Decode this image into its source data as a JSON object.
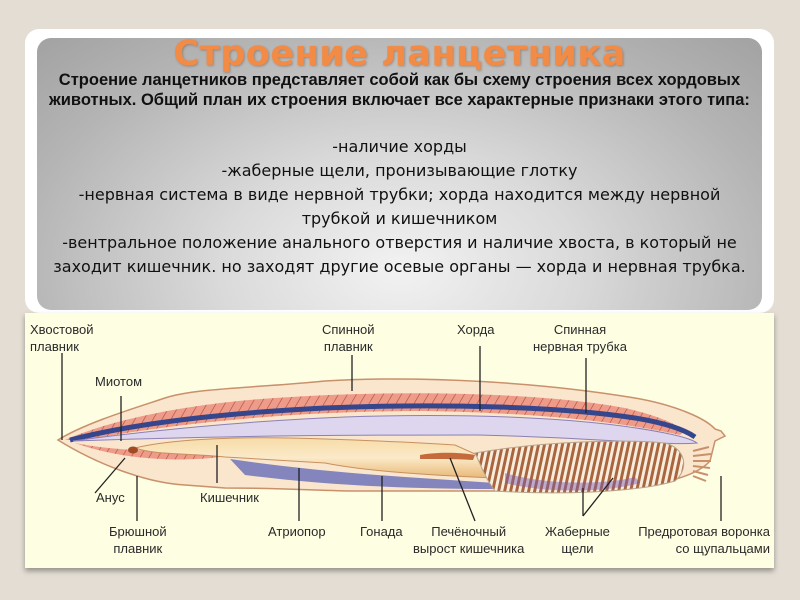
{
  "slide": {
    "title": "Строение ланцетника",
    "intro": "Строение ланцетников представляет собой как бы схему строения всех хордовых животных. Общий план их строения включает все характерные признаки этого типа:",
    "features": [
      "-наличие хорды",
      "-жаберные щели, пронизывающие глотку",
      "-нервная система в виде нервной трубки; хорда находится между нервной трубкой и кишечником",
      "-вентральное положение анального отверстия и наличие хвоста, в который не заходит кишечник. но заходят другие осевые органы — хорда и нервная трубка."
    ]
  },
  "diagram": {
    "subject": "lancelet anatomy",
    "labels": {
      "tail_fin": [
        "Хвостовой",
        "плавник"
      ],
      "myotome": [
        "Миотом"
      ],
      "dorsal_fin": [
        "Спинной",
        "плавник"
      ],
      "notochord": [
        "Хорда"
      ],
      "nerve_cord": [
        "Спинная",
        "нервная трубка"
      ],
      "anus": [
        "Анус"
      ],
      "intestine": [
        "Кишечник"
      ],
      "ventral_fin": [
        "Брюшной",
        "плавник"
      ],
      "atriopore": [
        "Атриопор"
      ],
      "gonad": [
        "Гонада"
      ],
      "hepatic_caecum": [
        "Печёночный",
        "вырост кишечника"
      ],
      "gill_slits": [
        "Жаберные",
        "щели"
      ],
      "oral_hood": [
        "Предротовая воронка",
        "со щупальцами"
      ]
    },
    "colors": {
      "background": "#fefee3",
      "muscle": "#e8907f",
      "nerve": "#3c4b8e",
      "notochord": "#d9d3ea",
      "gut": "#f1cf9a",
      "gills": "#a0603a",
      "outline": "#c99670"
    }
  },
  "colors": {
    "page_bg": "#e3ddd3",
    "title": "#f28b45"
  }
}
